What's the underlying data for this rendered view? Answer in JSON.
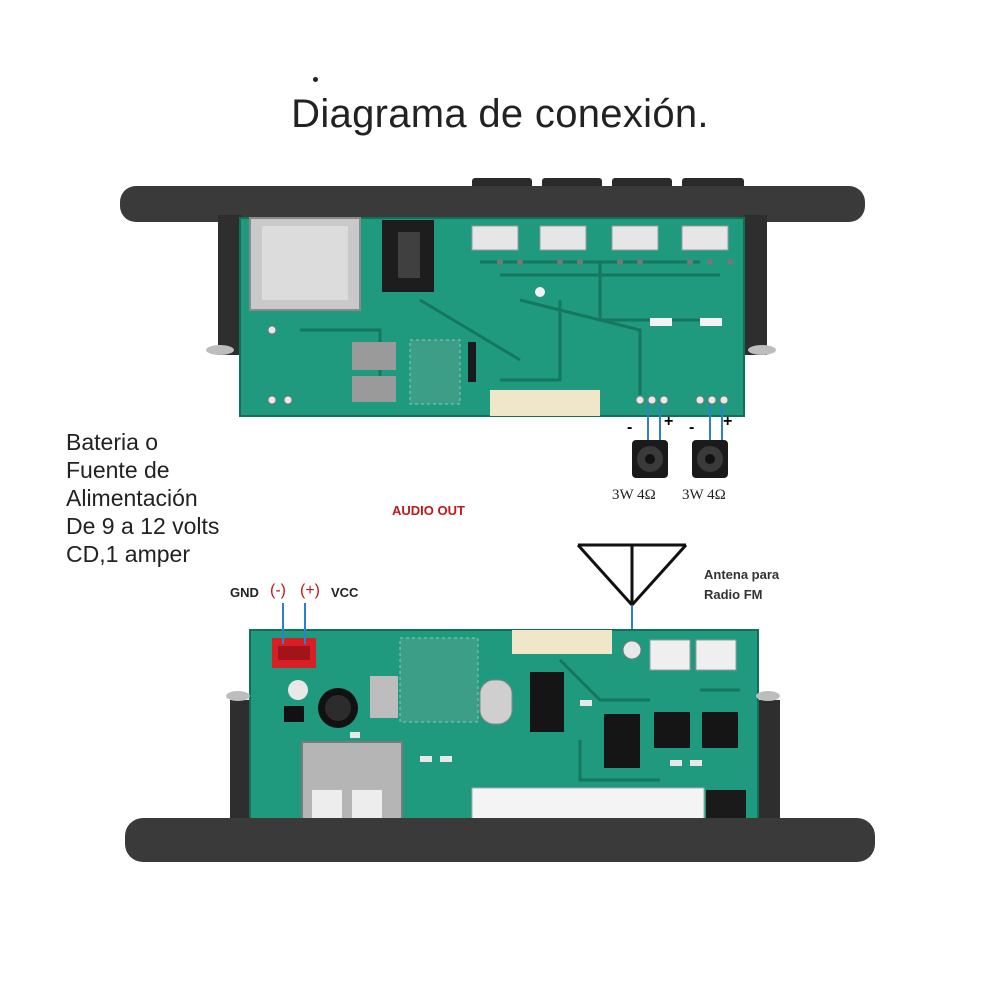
{
  "title": "Diagrama de conexión.",
  "power_note": {
    "lines": [
      "Bateria o",
      "Fuente de",
      "Alimentación",
      "De 9 a 12 volts",
      "CD,1 amper"
    ]
  },
  "audio_out_label": "AUDIO OUT",
  "antenna_note": {
    "lines": [
      "Antena para",
      "Radio FM"
    ]
  },
  "power_terminals": {
    "gnd": "GND",
    "negative": "(-)",
    "positive": "(+)",
    "vcc": "VCC"
  },
  "speakers": [
    {
      "rating": "3W 4Ω",
      "minus": "-",
      "plus": "+"
    },
    {
      "rating": "3W 4Ω",
      "minus": "-",
      "plus": "+"
    }
  ],
  "colors": {
    "pcb": "#1f9a7e",
    "pcb_dark": "#16775f",
    "frame": "#3a3a3a",
    "accent_red": "#c0181a",
    "wire_blue": "#2f7fd0"
  }
}
